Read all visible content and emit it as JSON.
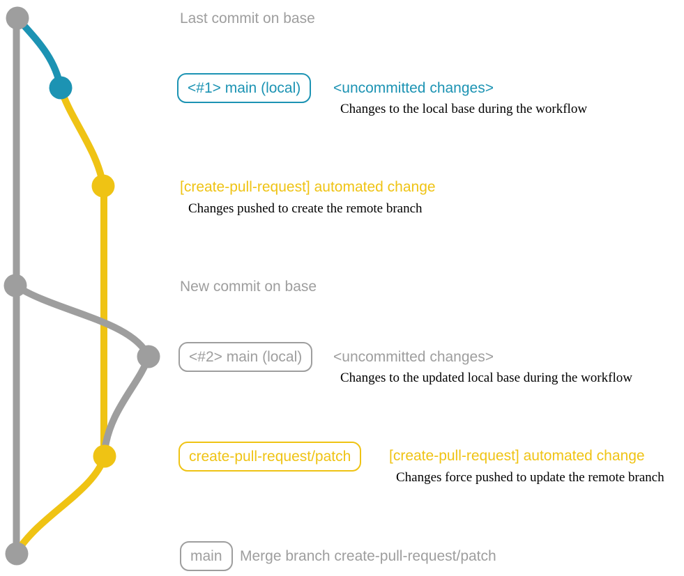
{
  "colors": {
    "base_gray": "#9e9e9e",
    "branch_blue": "#1c93b3",
    "branch_yellow": "#efc314",
    "note_black": "#000000"
  },
  "graph": {
    "type": "git-graph",
    "branches": [
      "base",
      "main (local)",
      "create-pull-request/patch"
    ],
    "commits": [
      {
        "id": "last-commit-on-base",
        "branch": "base",
        "color": "gray"
      },
      {
        "id": "uncommitted-changes-1",
        "branch": "main (local)",
        "color": "blue"
      },
      {
        "id": "automated-change-1",
        "branch": "create-pull-request/patch",
        "color": "yellow"
      },
      {
        "id": "new-commit-on-base",
        "branch": "base",
        "color": "gray"
      },
      {
        "id": "uncommitted-changes-2",
        "branch": "main (local)",
        "color": "gray"
      },
      {
        "id": "automated-change-2",
        "branch": "create-pull-request/patch",
        "color": "yellow"
      },
      {
        "id": "merge-commit",
        "branch": "base",
        "color": "gray"
      }
    ]
  },
  "annotations": {
    "last_commit_on_base": "Last commit on base",
    "new_commit_on_base": "New commit on base"
  },
  "rows": {
    "local1": {
      "branch_badge": "<#1> main (local)",
      "title": "<uncommitted changes>",
      "note": "Changes to the local base during the workflow"
    },
    "remote1": {
      "title": "[create-pull-request] automated change",
      "note": "Changes pushed to create the remote branch"
    },
    "local2": {
      "branch_badge": "<#2> main (local)",
      "title": "<uncommitted changes>",
      "note": "Changes to the updated local base during the workflow"
    },
    "remote2": {
      "branch_badge": "create-pull-request/patch",
      "title": "[create-pull-request] automated change",
      "note": "Changes force pushed to update the remote branch"
    },
    "merge": {
      "branch_badge": "main",
      "title": "Merge branch create-pull-request/patch"
    }
  }
}
